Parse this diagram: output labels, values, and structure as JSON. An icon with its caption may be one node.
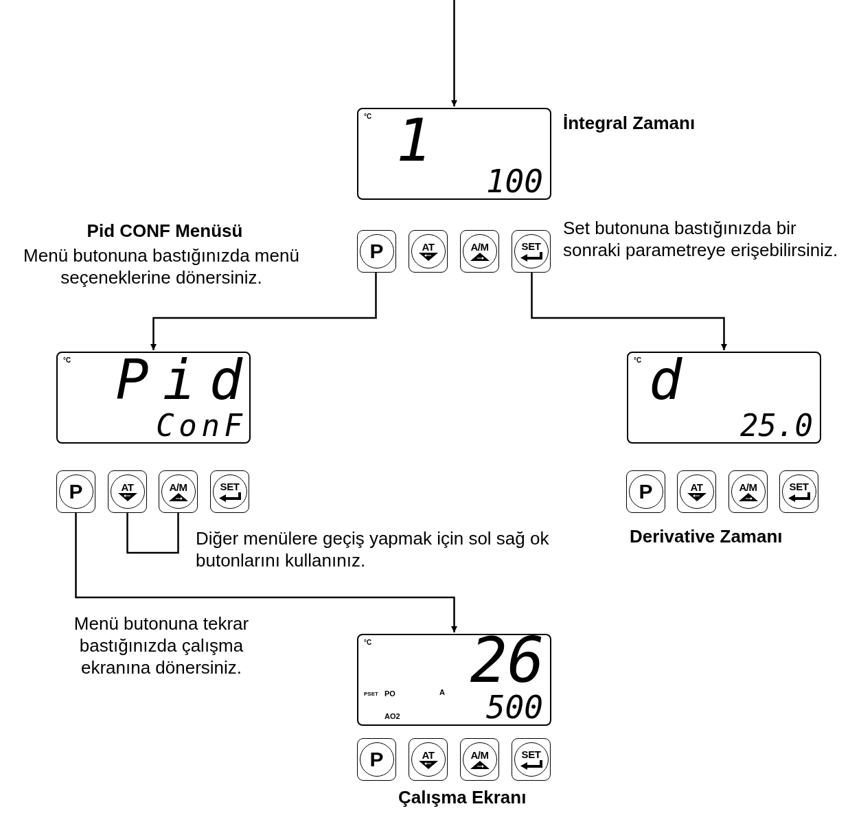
{
  "diagram": {
    "nodes": [
      {
        "text": [
          "°C",
          "1",
          "100"
        ],
        "beside": [
          "İntegral Zamanı"
        ]
      },
      {
        "text": [
          "P"
        ]
      },
      {
        "text": [
          "AT"
        ]
      },
      {
        "text": [
          "A/M"
        ]
      },
      {
        "text": [
          "SET"
        ]
      },
      {
        "text": [
          "°C",
          "Pid",
          "ConF"
        ]
      },
      {
        "text": [
          "P"
        ]
      },
      {
        "text": [
          "AT"
        ]
      },
      {
        "text": [
          "A/M"
        ]
      },
      {
        "text": [
          "SET"
        ]
      },
      {
        "text": [
          "°C",
          "d",
          "25.0"
        ]
      },
      {
        "text": [
          "P"
        ]
      },
      {
        "text": [
          "AT"
        ]
      },
      {
        "text": [
          "A/M"
        ]
      },
      {
        "text": [
          "SET"
        ]
      },
      {
        "text": [
          "°C",
          "26",
          "PSET",
          "PO",
          "A",
          "AO2",
          "500"
        ]
      },
      {
        "text": [
          "P"
        ]
      },
      {
        "text": [
          "AT"
        ]
      },
      {
        "text": [
          "A/M"
        ]
      },
      {
        "text": [
          "SET"
        ]
      }
    ],
    "edges": [
      {
        "from": null,
        "to": 0,
        "arrow": "to"
      },
      {
        "from": 1,
        "to": 5,
        "arrow": "to"
      },
      {
        "from": 4,
        "to": 10,
        "arrow": "to"
      },
      {
        "from": 6,
        "to": 15,
        "arrow": "to"
      },
      {
        "from": 7,
        "to": 8,
        "arrow": "none"
      }
    ],
    "labels": [
      "Pid CONF Menüsü",
      "Menü butonuna bastığınızda menü seçeneklerine dönersiniz.",
      "Set butonuna bastığınızda bir sonraki parametreye erişebilirsiniz.",
      "Diğer menülere geçiş yapmak için sol sağ ok butonlarını kullanınız.",
      "Derivative Zamanı",
      "Menü butonuna tekrar bastığınızda çalışma ekranına dönersiniz.",
      "Çalışma Ekranı"
    ]
  }
}
